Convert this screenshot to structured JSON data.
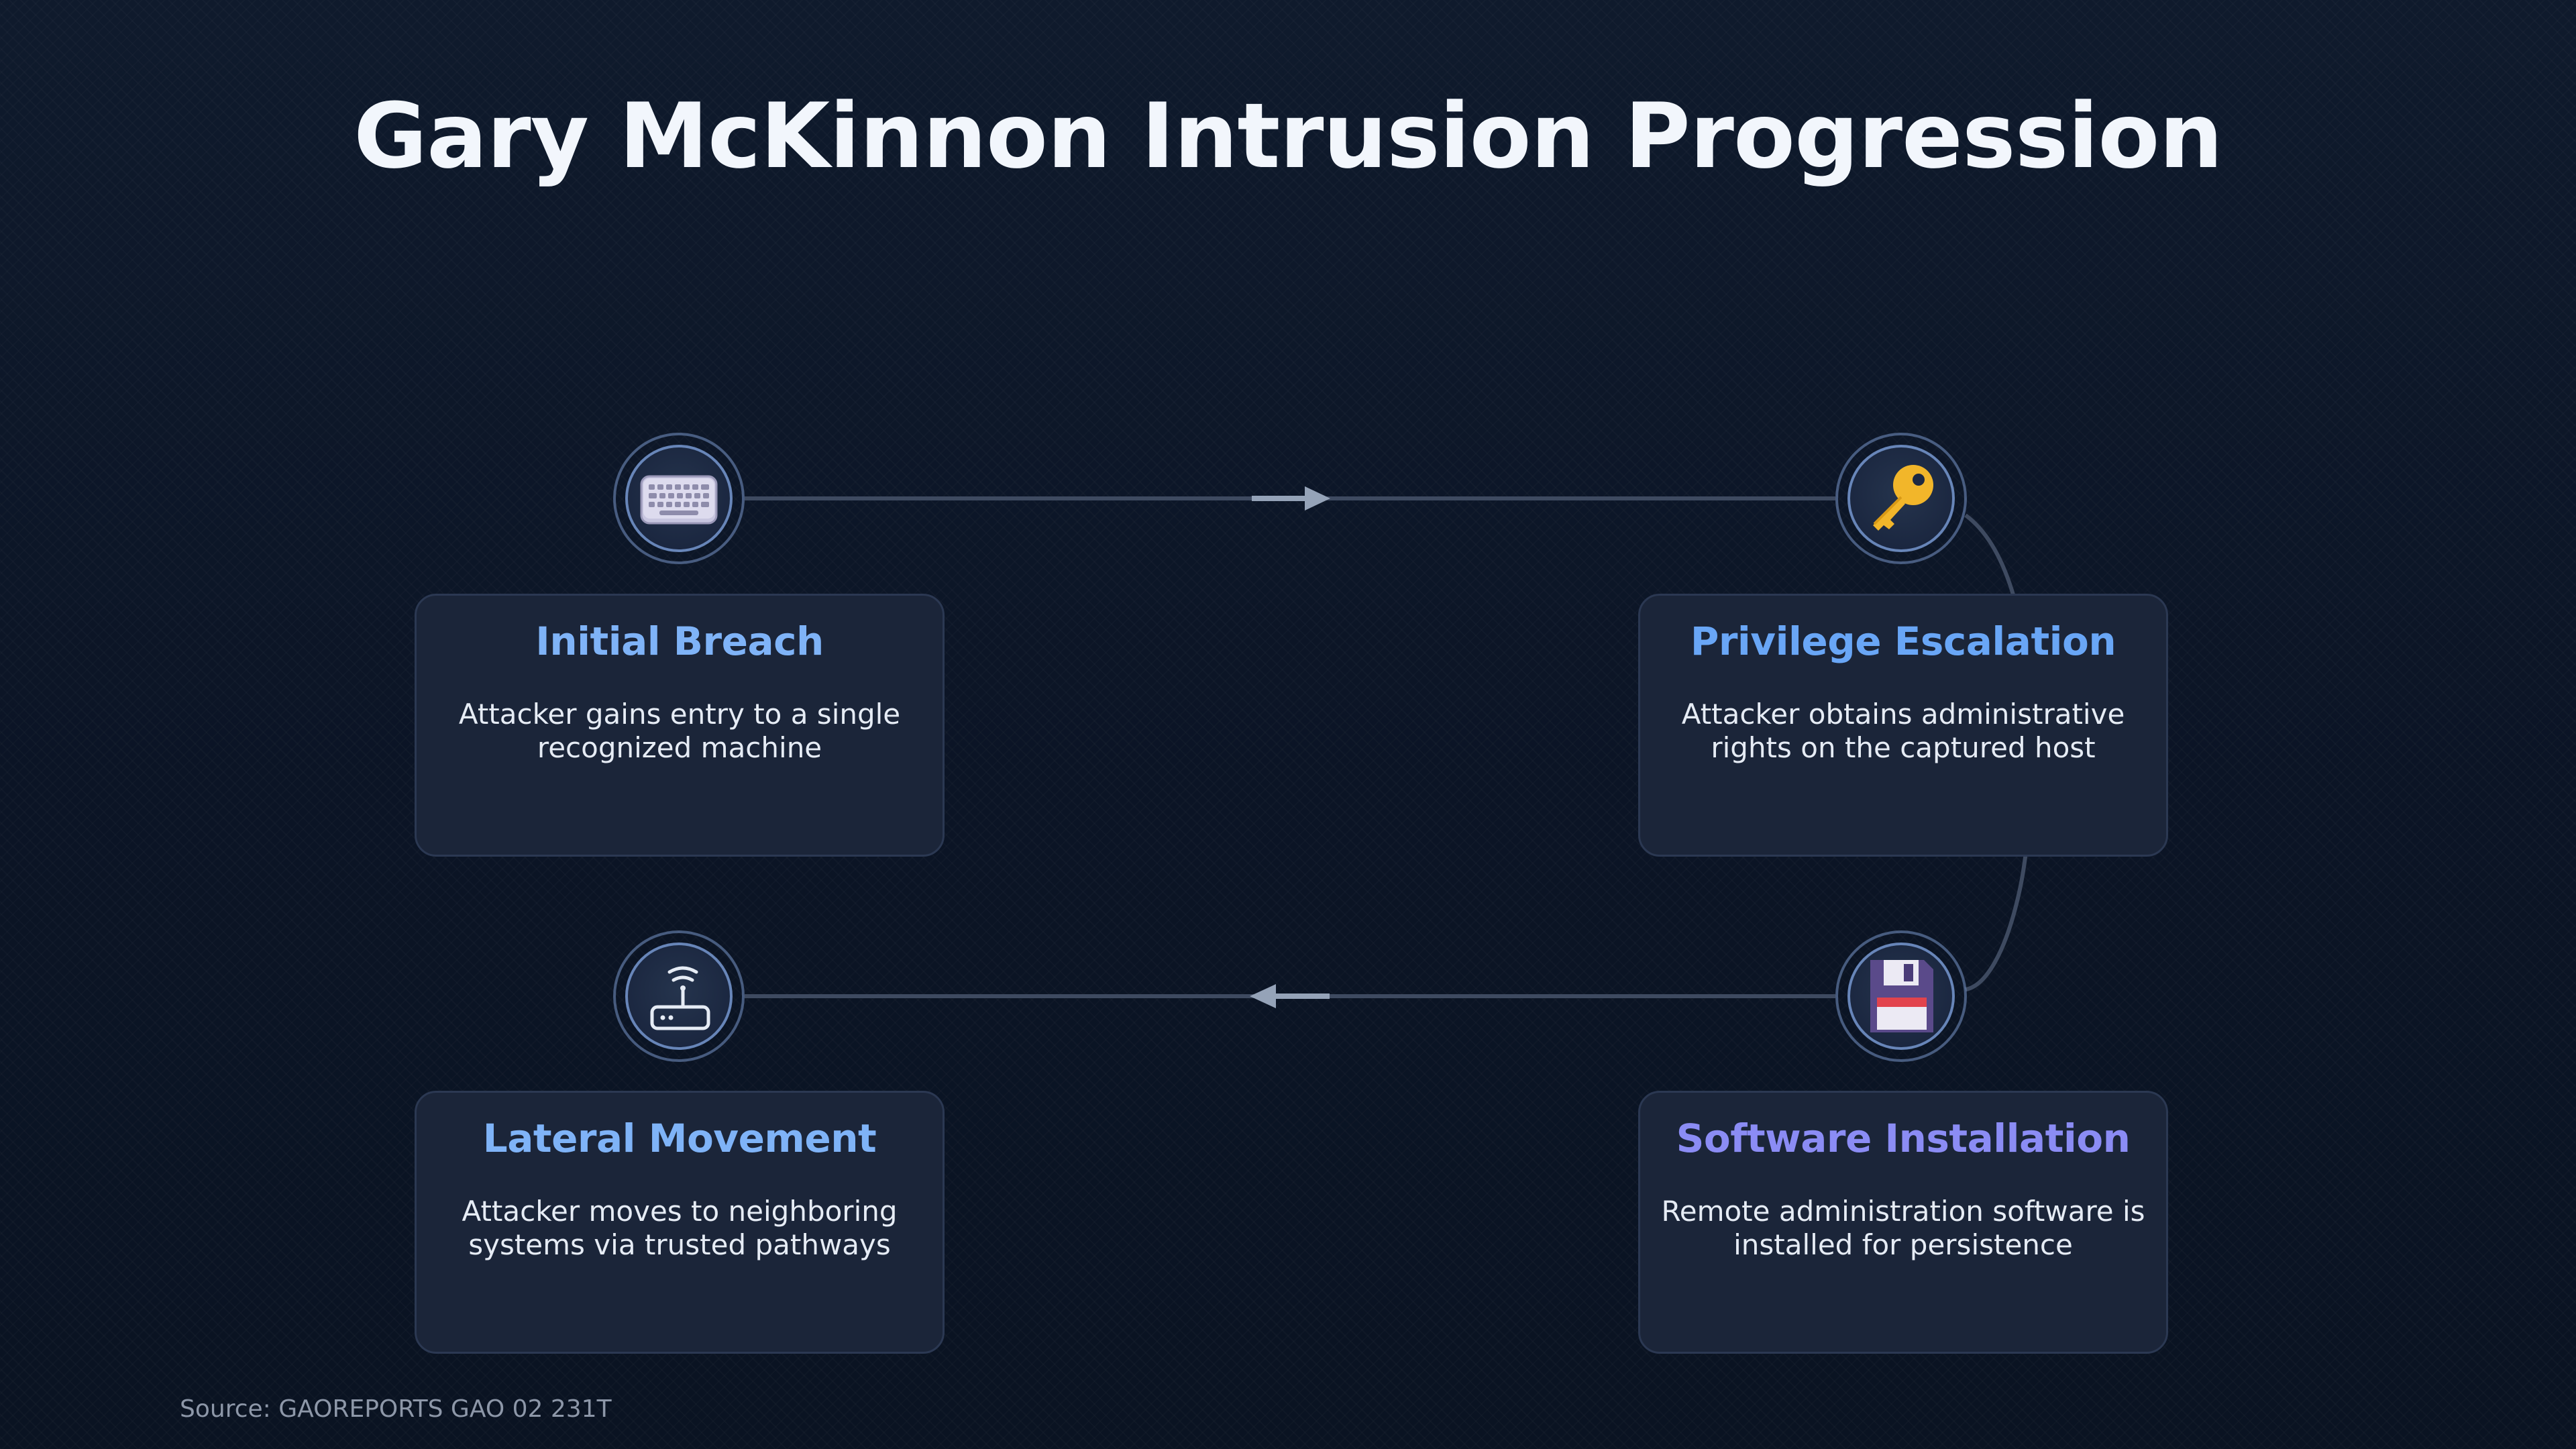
{
  "title": "Gary McKinnon Intrusion Progression",
  "steps": [
    {
      "title": "Initial Breach",
      "description": "Attacker gains entry to a single recognized machine",
      "icon": "keyboard-icon",
      "color": "#7fb3f7"
    },
    {
      "title": "Privilege Escalation",
      "description": "Attacker obtains administrative rights on the captured host",
      "icon": "key-icon",
      "color": "#69a6f6"
    },
    {
      "title": "Software Installation",
      "description": "Remote administration software is installed for persistence",
      "icon": "floppy-disk-icon",
      "color": "#8b8cf4"
    },
    {
      "title": "Lateral Movement",
      "description": "Attacker moves to neighboring systems via trusted pathways",
      "icon": "router-icon",
      "color": "#7fb3f7"
    }
  ],
  "source": "Source: GAOREPORTS GAO 02 231T"
}
